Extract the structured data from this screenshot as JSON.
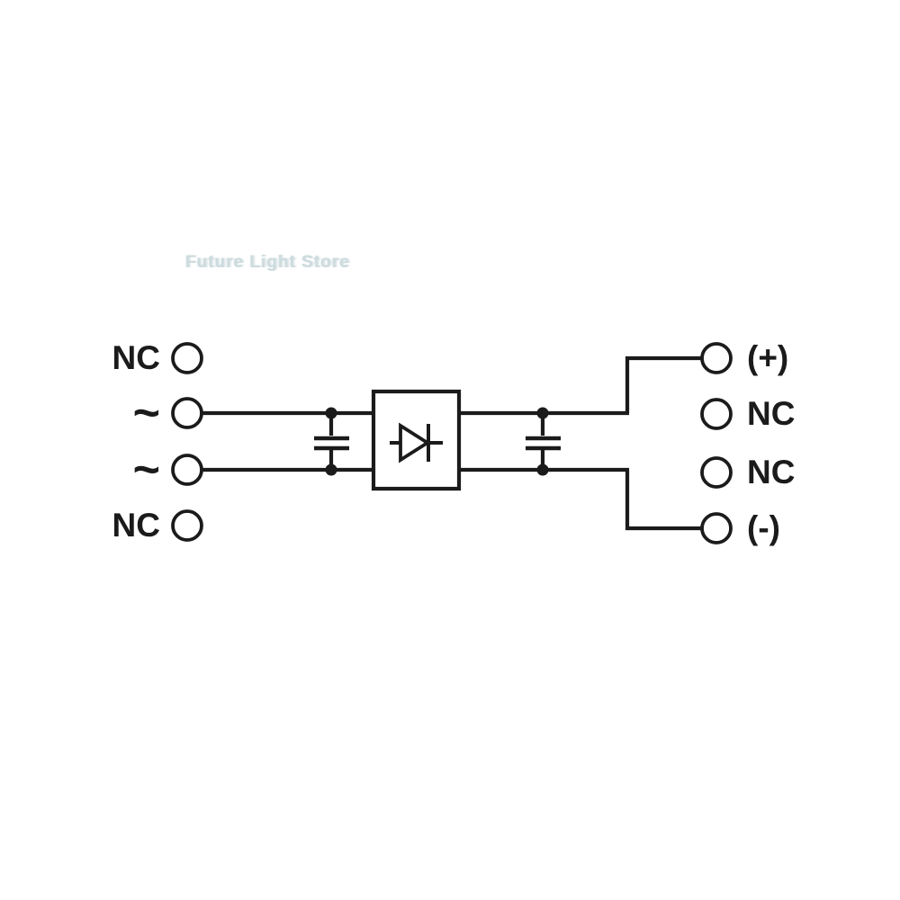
{
  "watermark": "Future Light Store",
  "colors": {
    "line": "#1b1b1b",
    "background": "#ffffff",
    "watermark": "#cddbde"
  },
  "terminals": {
    "left": [
      {
        "label": "NC"
      },
      {
        "label": "~"
      },
      {
        "label": "~"
      },
      {
        "label": "NC"
      }
    ],
    "right": [
      {
        "label": "(+)"
      },
      {
        "label": "NC"
      },
      {
        "label": "NC"
      },
      {
        "label": "(-)"
      }
    ]
  },
  "components": {
    "rectifier_box": "bridge-rectifier",
    "diode": "diode-symbol",
    "capacitor_left": "smoothing-capacitor",
    "capacitor_right": "smoothing-capacitor"
  }
}
